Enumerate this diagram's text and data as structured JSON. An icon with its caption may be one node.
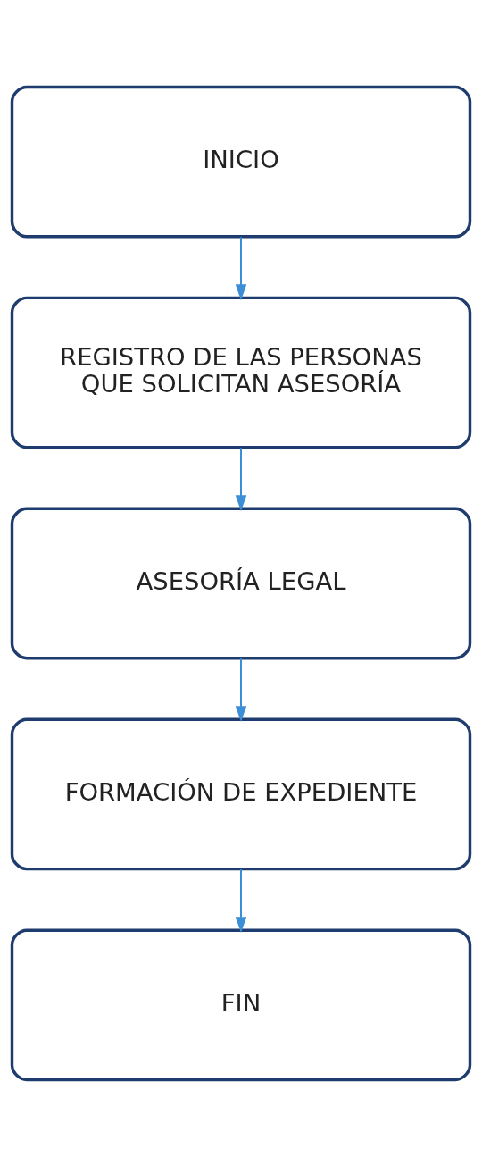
{
  "diagram": {
    "nodes": [
      {
        "text": [
          "INICIO"
        ]
      },
      {
        "text": [
          "REGISTRO DE LAS PERSONAS QUE SOLICITAN ASESORÍA"
        ]
      },
      {
        "text": [
          "ASESORÍA LEGAL"
        ]
      },
      {
        "text": [
          "FORMACIÓN DE EXPEDIENTE"
        ]
      },
      {
        "text": [
          "FIN"
        ]
      }
    ],
    "edges": [
      {
        "from": 0,
        "to": 1,
        "arrow": "to"
      },
      {
        "from": 1,
        "to": 2,
        "arrow": "to"
      },
      {
        "from": 2,
        "to": 3,
        "arrow": "to"
      },
      {
        "from": 3,
        "to": 4,
        "arrow": "to"
      }
    ]
  }
}
